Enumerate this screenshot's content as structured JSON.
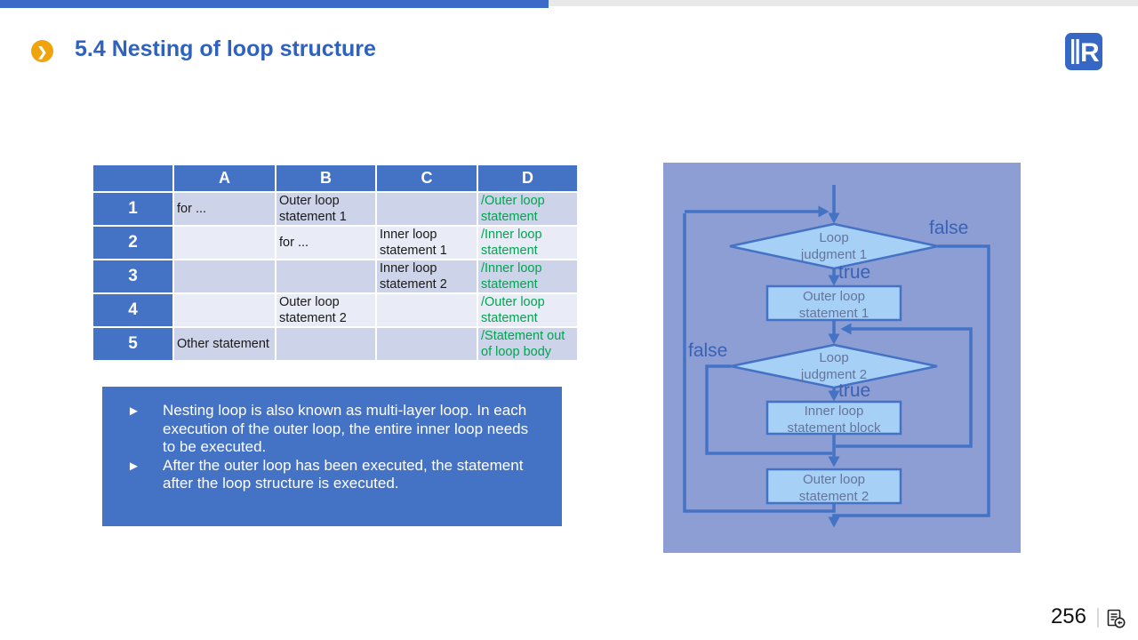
{
  "header": {
    "title": "5.4 Nesting of loop structure",
    "chevron_glyph": "❯"
  },
  "logo": {
    "letter": "R"
  },
  "table": {
    "headers": [
      "",
      "A",
      "B",
      "C",
      "D"
    ],
    "rows": [
      {
        "num": "1",
        "a": "for ...",
        "b": "Outer loop statement 1",
        "c": "",
        "d": "/Outer loop statement"
      },
      {
        "num": "2",
        "a": "",
        "b": "for ...",
        "c": "Inner loop statement 1",
        "d": "/Inner loop statement"
      },
      {
        "num": "3",
        "a": "",
        "b": "",
        "c": "Inner loop statement 2",
        "d": "/Inner loop statement"
      },
      {
        "num": "4",
        "a": "",
        "b": "Outer loop statement 2",
        "c": "",
        "d": "/Outer loop statement"
      },
      {
        "num": "5",
        "a": "Other statement",
        "b": "",
        "c": "",
        "d": "/Statement out of loop body"
      }
    ]
  },
  "info_box": {
    "marker_glyph": "►",
    "bullets": [
      {
        "text": "Nesting loop is also known as multi-layer loop. In each execution of the outer loop, the entire inner loop needs to be executed."
      },
      {
        "text": "After the outer loop has been executed, the statement after the loop structure is executed."
      }
    ]
  },
  "flowchart": {
    "judgment1": "Loop judgment 1",
    "judgment2": "Loop judgment 2",
    "outer_statement1": "Outer loop statement 1",
    "inner_statement_block": "Inner loop statement block",
    "outer_statement2": "Outer loop statement 2",
    "true_label": "true",
    "false_label": "false"
  },
  "footer": {
    "page_number": "256",
    "icon": "return-to-contents-icon"
  },
  "colors": {
    "accent_blue": "#4472C4",
    "topbar_blue": "#3A6BC9",
    "title_blue": "#2E62BE",
    "orange_badge": "#F0A30A",
    "table_band_dark": "#CDD3E9",
    "table_band_light": "#E9EBF6",
    "code_green": "#00A551",
    "panel_background": "#8C9ED4",
    "shape_fill": "#A7D0F7",
    "shape_text": "#64759B"
  }
}
